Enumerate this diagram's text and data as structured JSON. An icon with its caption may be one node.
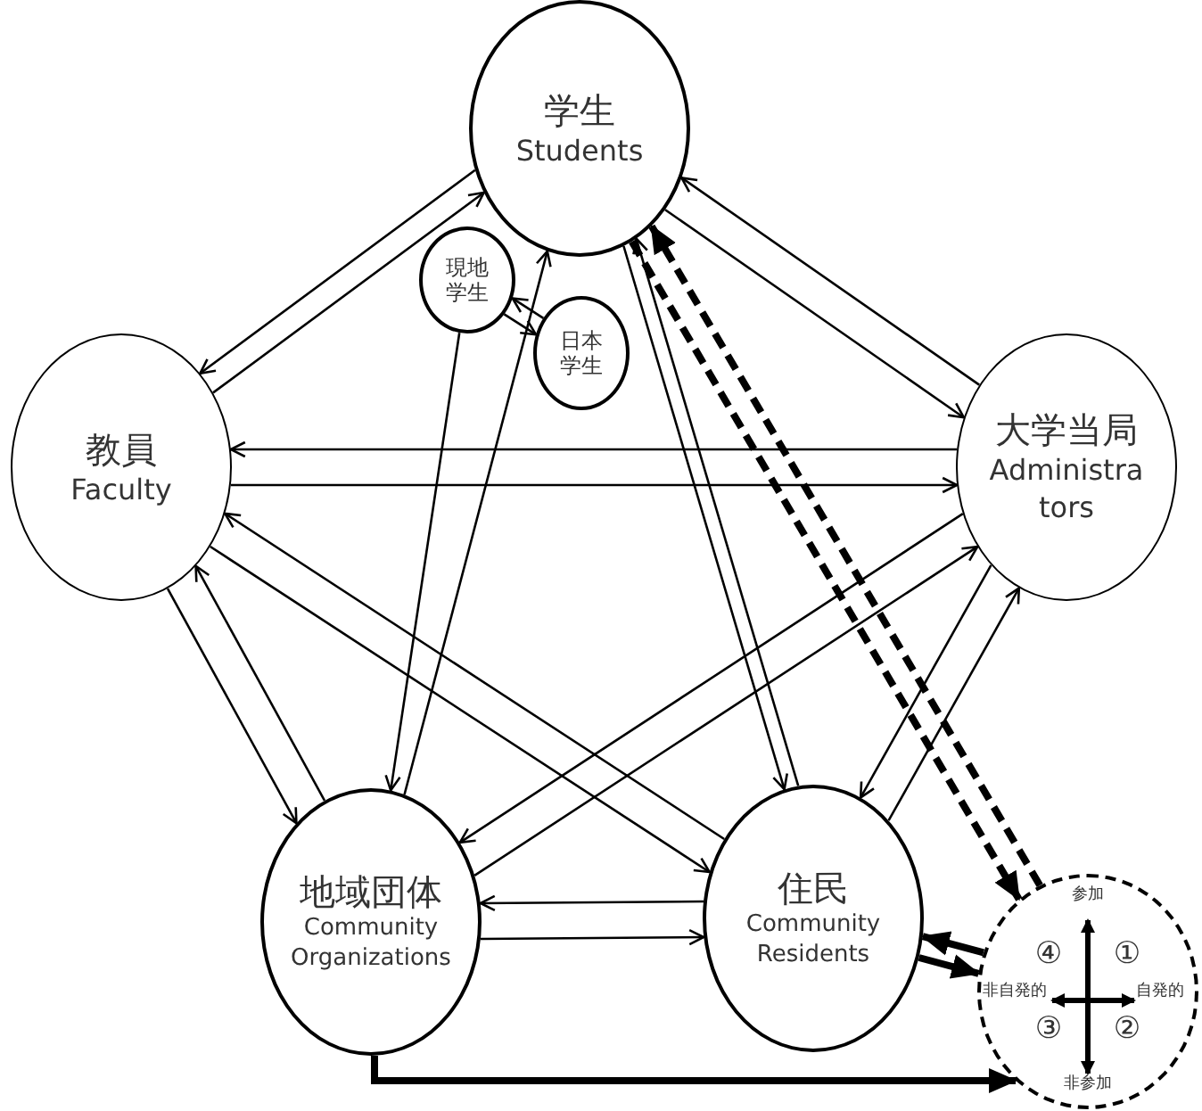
{
  "diagram": {
    "nodes": [
      {
        "text": [
          "学生",
          "Students"
        ]
      },
      {
        "text": [
          "現地学生"
        ]
      },
      {
        "text": [
          "日本学生"
        ]
      },
      {
        "text": [
          "教員",
          "Faculty"
        ]
      },
      {
        "text": [
          "大学当局",
          "Administrators"
        ]
      },
      {
        "text": [
          "地域団体",
          "Community Organizations"
        ]
      },
      {
        "text": [
          "住民",
          "Community Residents"
        ]
      },
      {
        "text": [
          "参加",
          "④",
          "①",
          "非自発的",
          "自発的",
          "③",
          "②",
          "非参加"
        ]
      }
    ],
    "edges": [
      {
        "from": 0,
        "to": 3,
        "arrow": "to"
      },
      {
        "from": 3,
        "to": 0,
        "arrow": "to"
      },
      {
        "from": 0,
        "to": 4,
        "arrow": "to"
      },
      {
        "from": 4,
        "to": 0,
        "arrow": "to"
      },
      {
        "from": 3,
        "to": 4,
        "arrow": "to"
      },
      {
        "from": 4,
        "to": 3,
        "arrow": "to"
      },
      {
        "from": 3,
        "to": 5,
        "arrow": "to"
      },
      {
        "from": 5,
        "to": 3,
        "arrow": "to"
      },
      {
        "from": 3,
        "to": 6,
        "arrow": "to"
      },
      {
        "from": 6,
        "to": 3,
        "arrow": "to"
      },
      {
        "from": 4,
        "to": 5,
        "arrow": "to"
      },
      {
        "from": 5,
        "to": 4,
        "arrow": "to"
      },
      {
        "from": 4,
        "to": 6,
        "arrow": "to"
      },
      {
        "from": 6,
        "to": 4,
        "arrow": "to"
      },
      {
        "from": 0,
        "to": 6,
        "arrow": "to"
      },
      {
        "from": 6,
        "to": 0,
        "arrow": "to"
      },
      {
        "from": 1,
        "to": 5,
        "arrow": "to"
      },
      {
        "from": 5,
        "to": 0,
        "arrow": "to"
      },
      {
        "from": 1,
        "to": 2,
        "arrow": "to"
      },
      {
        "from": 2,
        "to": 1,
        "arrow": "to"
      },
      {
        "from": 5,
        "to": 6,
        "arrow": "to"
      },
      {
        "from": 6,
        "to": 5,
        "arrow": "to"
      },
      {
        "from": 0,
        "to": 7,
        "arrow": "to",
        "style": "dashed"
      },
      {
        "from": 7,
        "to": 0,
        "arrow": "to",
        "style": "dashed"
      },
      {
        "from": 6,
        "to": 7,
        "arrow": "to",
        "style": "thick"
      },
      {
        "from": 7,
        "to": 6,
        "arrow": "to",
        "style": "thick"
      },
      {
        "from": 5,
        "to": 7,
        "arrow": "to",
        "style": "thick"
      }
    ]
  }
}
